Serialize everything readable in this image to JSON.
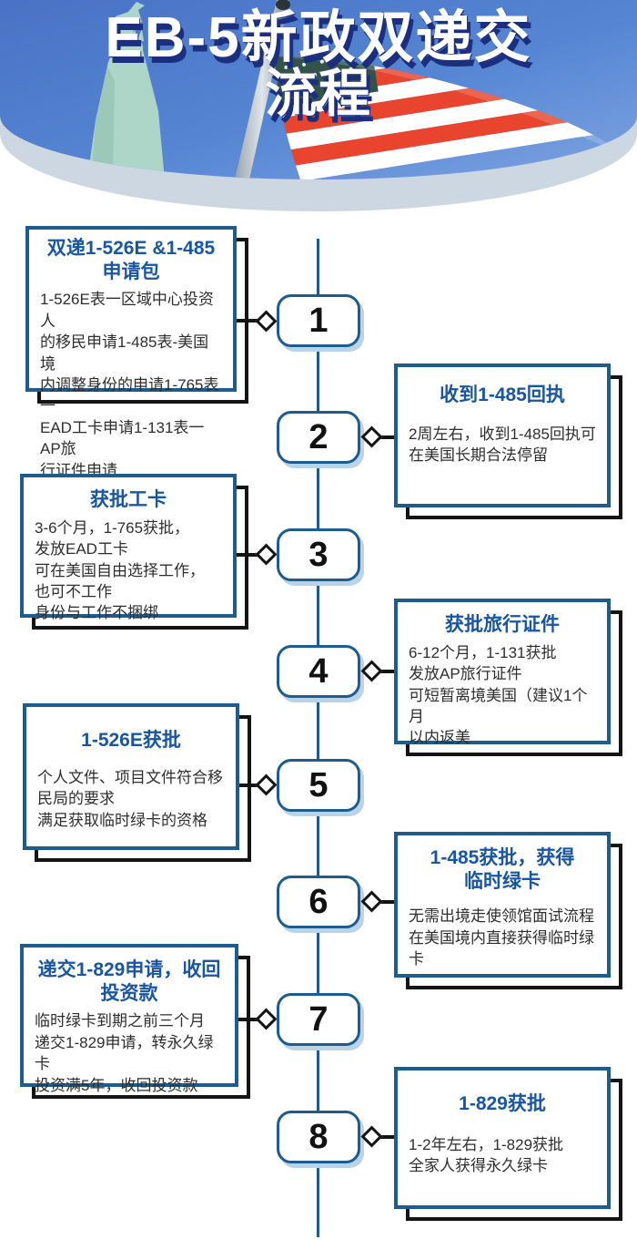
{
  "header": {
    "title_line1": "EB-5新政双递交",
    "title_line2": "流程"
  },
  "colors": {
    "accent": "#1e5c8e",
    "title-blue": "#1856a2",
    "ink": "#141414",
    "num-shadow": "#b9d3ea",
    "band": "#ccd7e2",
    "hdr-shadow": "#1c2f7e",
    "flag-red": "#e8442e",
    "body-text": "#2e2e2e"
  },
  "steps": [
    {
      "num": "1",
      "title": "双递1-526E &1-485\n申请包",
      "body": "1-526E表一区域中心投资人\n的移民申请1-485表-美国境\n内调整身份的申请1-765表一\nEAD工卡申请1-131表一AP旅\n行证件申请"
    },
    {
      "num": "2",
      "title": "收到1-485回执",
      "body": "2周左右，收到1-485回执可\n在美国长期合法停留"
    },
    {
      "num": "3",
      "title": "获批工卡",
      "body": "3-6个月，1-765获批，\n发放EAD工卡\n可在美国自由选择工作，\n也可不工作\n身份与工作不捆绑"
    },
    {
      "num": "4",
      "title": "获批旅行证件",
      "body": "6-12个月，1-131获批\n发放AP旅行证件\n可短暂离境美国（建议1个月\n以内返美"
    },
    {
      "num": "5",
      "title": "1-526E获批",
      "body": "个人文件、项目文件符合移\n民局的要求\n满足获取临时绿卡的资格"
    },
    {
      "num": "6",
      "title": "1-485获批，获得\n临时绿卡",
      "body": "无需出境走使领馆面试流程\n在美国境内直接获得临时绿卡"
    },
    {
      "num": "7",
      "title": "递交1-829申请，收回\n投资款",
      "body": "临时绿卡到期之前三个月\n递交1-829申请，转永久绿卡\n投资满5年，收回投资款"
    },
    {
      "num": "8",
      "title": "1-829获批",
      "body": "1-2年左右，1-829获批\n全家人获得永久绿卡"
    }
  ]
}
